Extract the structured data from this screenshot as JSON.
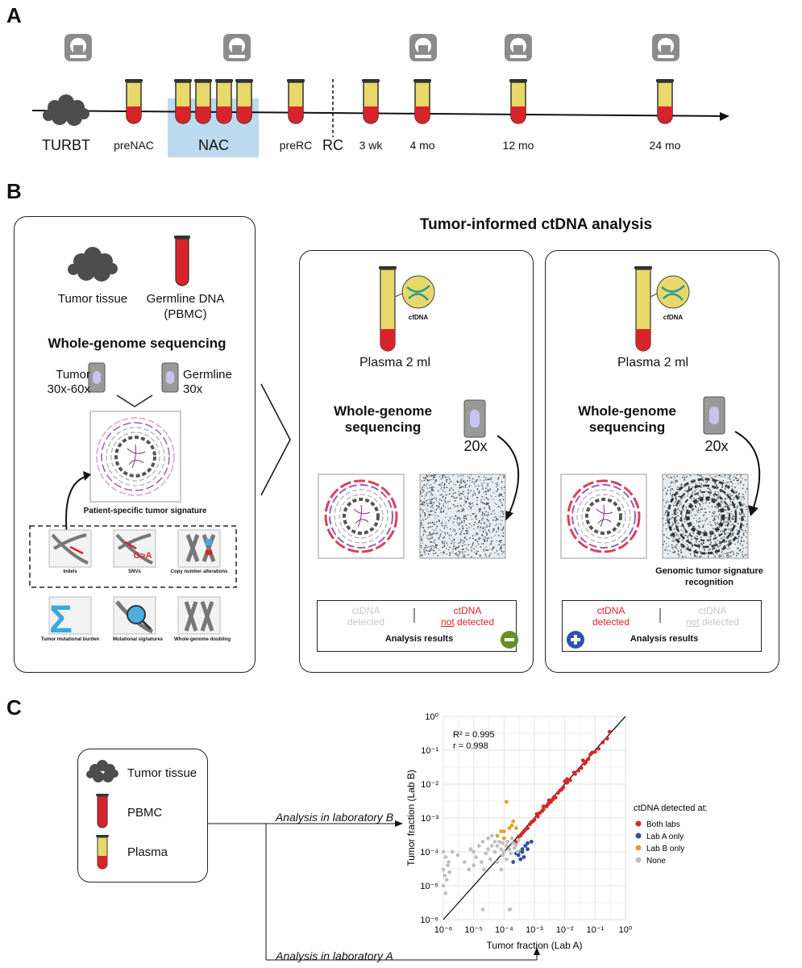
{
  "panelA": {
    "letter": "A",
    "timepoints": [
      "TURBT",
      "preNAC",
      "NAC",
      "preRC",
      "RC",
      "3 wk",
      "4 mo",
      "12 mo",
      "24 mo"
    ]
  },
  "panelB": {
    "letter": "B",
    "left": {
      "tumor_tissue": "Tumor tissue",
      "germline_dna": "Germline DNA",
      "germline_dna_sub": "(PBMC)",
      "wgs_title": "Whole-genome sequencing",
      "tumor_depth_1": "Tumor",
      "tumor_depth_2": "30x-60x",
      "germline_depth_1": "Germline",
      "germline_depth_2": "30x",
      "signature_label": "Patient-specific tumor signature",
      "features": [
        "Indels",
        "SNVs",
        "Copy number alterations",
        "Tumor mutational burden",
        "Mutational signatures",
        "Whole-genome doubling"
      ],
      "snv_mark": "G>A"
    },
    "right_title": "Tumor-informed ctDNA analysis",
    "case1": {
      "plasma": "Plasma 2 ml",
      "cfdna": "cfDNA",
      "wgs_1": "Whole-genome",
      "wgs_2": "sequencing",
      "depth": "20x",
      "res_detected_1": "ctDNA",
      "res_detected_2": "detected",
      "res_not_1": "ctDNA",
      "res_not_2a": "not",
      "res_not_2b": " detected",
      "analysis": "Analysis results"
    },
    "case2": {
      "plasma": "Plasma 2 ml",
      "cfdna": "cfDNA",
      "wgs_1": "Whole-genome",
      "wgs_2": "sequencing",
      "depth": "20x",
      "recognition_1": "Genomic tumor signature",
      "recognition_2": "recognition",
      "res_detected_1": "ctDNA",
      "res_detected_2": "detected",
      "res_not_1": "ctDNA",
      "res_not_2a": "not",
      "res_not_2b": " detected",
      "analysis": "Analysis results"
    }
  },
  "panelC": {
    "letter": "C",
    "legend_box": [
      "Tumor tissue",
      "PBMC",
      "Plasma"
    ],
    "arrow_b": "Analysis in laboratory B",
    "arrow_a": "Analysis in laboratory A"
  },
  "chart_data": {
    "type": "scatter",
    "title": "",
    "xlabel": "Tumor fraction (Lab A)",
    "ylabel": "Tumor fraction (Lab B)",
    "xscale": "log",
    "yscale": "log",
    "xlim": [
      1e-06,
      1
    ],
    "ylim": [
      1e-06,
      1
    ],
    "x_ticks": [
      "10⁻⁶",
      "10⁻⁵",
      "10⁻⁴",
      "10⁻³",
      "10⁻²",
      "10⁻¹",
      "10⁰"
    ],
    "y_ticks": [
      "10⁻⁶",
      "10⁻⁵",
      "10⁻⁴",
      "10⁻³",
      "10⁻²",
      "10⁻¹",
      "10⁰"
    ],
    "annotations": [
      "R² = 0.995",
      "r = 0.998"
    ],
    "identity_line": true,
    "grid": true,
    "legend_title": "ctDNA detected at:",
    "legend_position": "right",
    "series": [
      {
        "name": "Both labs",
        "color": "#d62728",
        "points": [
          [
            0.3,
            0.35
          ],
          [
            0.25,
            0.22
          ],
          [
            0.18,
            0.17
          ],
          [
            0.13,
            0.11
          ],
          [
            0.1,
            0.09
          ],
          [
            0.08,
            0.085
          ],
          [
            0.06,
            0.055
          ],
          [
            0.05,
            0.045
          ],
          [
            0.04,
            0.05
          ],
          [
            0.035,
            0.03
          ],
          [
            0.028,
            0.025
          ],
          [
            0.022,
            0.02
          ],
          [
            0.02,
            0.022
          ],
          [
            0.015,
            0.013
          ],
          [
            0.012,
            0.011
          ],
          [
            0.01,
            0.012
          ],
          [
            0.009,
            0.008
          ],
          [
            0.008,
            0.007
          ],
          [
            0.007,
            0.0065
          ],
          [
            0.006,
            0.0055
          ],
          [
            0.005,
            0.004
          ],
          [
            0.0045,
            0.0042
          ],
          [
            0.004,
            0.0035
          ],
          [
            0.0035,
            0.003
          ],
          [
            0.003,
            0.0028
          ],
          [
            0.0028,
            0.0025
          ],
          [
            0.0025,
            0.0022
          ],
          [
            0.002,
            0.0018
          ],
          [
            0.0018,
            0.0016
          ],
          [
            0.0015,
            0.0014
          ],
          [
            0.0013,
            0.0011
          ],
          [
            0.0012,
            0.0013
          ],
          [
            0.001,
            0.0009
          ],
          [
            0.0009,
            0.0008
          ],
          [
            0.0008,
            0.00075
          ],
          [
            0.0007,
            0.00065
          ],
          [
            0.0006,
            0.0005
          ],
          [
            0.0005,
            0.00045
          ],
          [
            0.00045,
            0.0004
          ],
          [
            0.0004,
            0.00035
          ],
          [
            0.00035,
            0.0003
          ],
          [
            0.0003,
            0.00028
          ],
          [
            0.00025,
            0.0002
          ],
          [
            0.002,
            0.0022
          ],
          [
            0.003,
            0.0033
          ],
          [
            0.012,
            0.014
          ],
          [
            0.045,
            0.04
          ],
          [
            0.07,
            0.075
          ]
        ]
      },
      {
        "name": "Lab A only",
        "color": "#2c4f9e",
        "points": [
          [
            0.0008,
            0.0002
          ],
          [
            0.0006,
            0.00018
          ],
          [
            0.0005,
            0.00015
          ],
          [
            0.0004,
            0.00012
          ],
          [
            0.0004,
            0.0001
          ],
          [
            0.0003,
            0.0001
          ],
          [
            0.0003,
            8e-05
          ],
          [
            0.00035,
            6e-05
          ],
          [
            0.0002,
            5e-05
          ],
          [
            0.00025,
            9e-05
          ],
          [
            0.00045,
            7e-05
          ],
          [
            0.0006,
            0.00012
          ]
        ]
      },
      {
        "name": "Lab B only",
        "color": "#e0a030",
        "points": [
          [
            0.00012,
            0.003
          ],
          [
            0.0002,
            0.0008
          ],
          [
            0.00015,
            0.0005
          ],
          [
            0.0001,
            0.0004
          ],
          [
            8e-05,
            0.0004
          ],
          [
            0.00018,
            0.0006
          ],
          [
            6e-05,
            0.0003
          ],
          [
            0.00025,
            0.0005
          ],
          [
            0.0001,
            0.00025
          ]
        ]
      },
      {
        "name": "None",
        "color": "#c0c0c0",
        "points": [
          [
            1e-06,
            0.0001
          ],
          [
            1.2e-06,
            7e-05
          ],
          [
            1.5e-06,
            5e-05
          ],
          [
            1e-06,
            3e-05
          ],
          [
            1.1e-06,
            2e-05
          ],
          [
            1.3e-06,
            1.5e-05
          ],
          [
            1e-06,
            1e-05
          ],
          [
            1.2e-06,
            6e-06
          ],
          [
            1.4e-06,
            4e-05
          ],
          [
            1.6e-06,
            2.5e-05
          ],
          [
            2e-06,
            0.0001
          ],
          [
            3e-06,
            8e-05
          ],
          [
            5e-06,
            5e-05
          ],
          [
            8e-06,
            0.00012
          ],
          [
            1e-05,
            0.0001
          ],
          [
            1.2e-05,
            7e-05
          ],
          [
            1.5e-05,
            0.00015
          ],
          [
            2e-05,
            0.0002
          ],
          [
            2.5e-05,
            9e-05
          ],
          [
            3e-05,
            0.00025
          ],
          [
            3e-05,
            0.00012
          ],
          [
            3.5e-05,
            6e-05
          ],
          [
            4e-05,
            0.0003
          ],
          [
            4e-05,
            0.00015
          ],
          [
            5e-05,
            0.0002
          ],
          [
            5e-05,
            0.0001
          ],
          [
            6e-05,
            0.00015
          ],
          [
            7e-05,
            0.0002
          ],
          [
            8e-05,
            0.00012
          ],
          [
            9e-05,
            0.00018
          ],
          [
            0.0001,
            0.0001
          ],
          [
            0.00012,
            0.00015
          ],
          [
            0.00013,
            0.0002
          ],
          [
            0.00015,
            0.00012
          ],
          [
            0.00017,
            9e-05
          ],
          [
            0.0002,
            0.00018
          ],
          [
            0.00022,
            0.00013
          ],
          [
            0.00025,
            0.00016
          ],
          [
            0.00028,
            0.0001
          ],
          [
            0.0003,
            0.00022
          ],
          [
            1.8e-05,
            5e-05
          ],
          [
            2.2e-05,
            3e-05
          ],
          [
            6e-05,
            5e-05
          ],
          [
            8e-05,
            3e-05
          ],
          [
            2e-05,
            2e-06
          ],
          [
            0.00015,
            2e-06
          ],
          [
            0.00016,
            2e-06
          ],
          [
            7e-06,
            3e-05
          ],
          [
            1e-05,
            4e-05
          ],
          [
            0.00012,
            6e-05
          ],
          [
            0.00018,
            0.00025
          ],
          [
            9e-05,
            8e-05
          ]
        ]
      }
    ]
  },
  "colors": {
    "blood_red": "#d8232a",
    "plasma_yellow": "#e8d86a",
    "nac_blue": "#bcd9ee",
    "grey": "#5a5a5a",
    "light_grey": "#c8c8c8",
    "minus_green": "#6b8e23",
    "plus_blue": "#2855a8"
  }
}
